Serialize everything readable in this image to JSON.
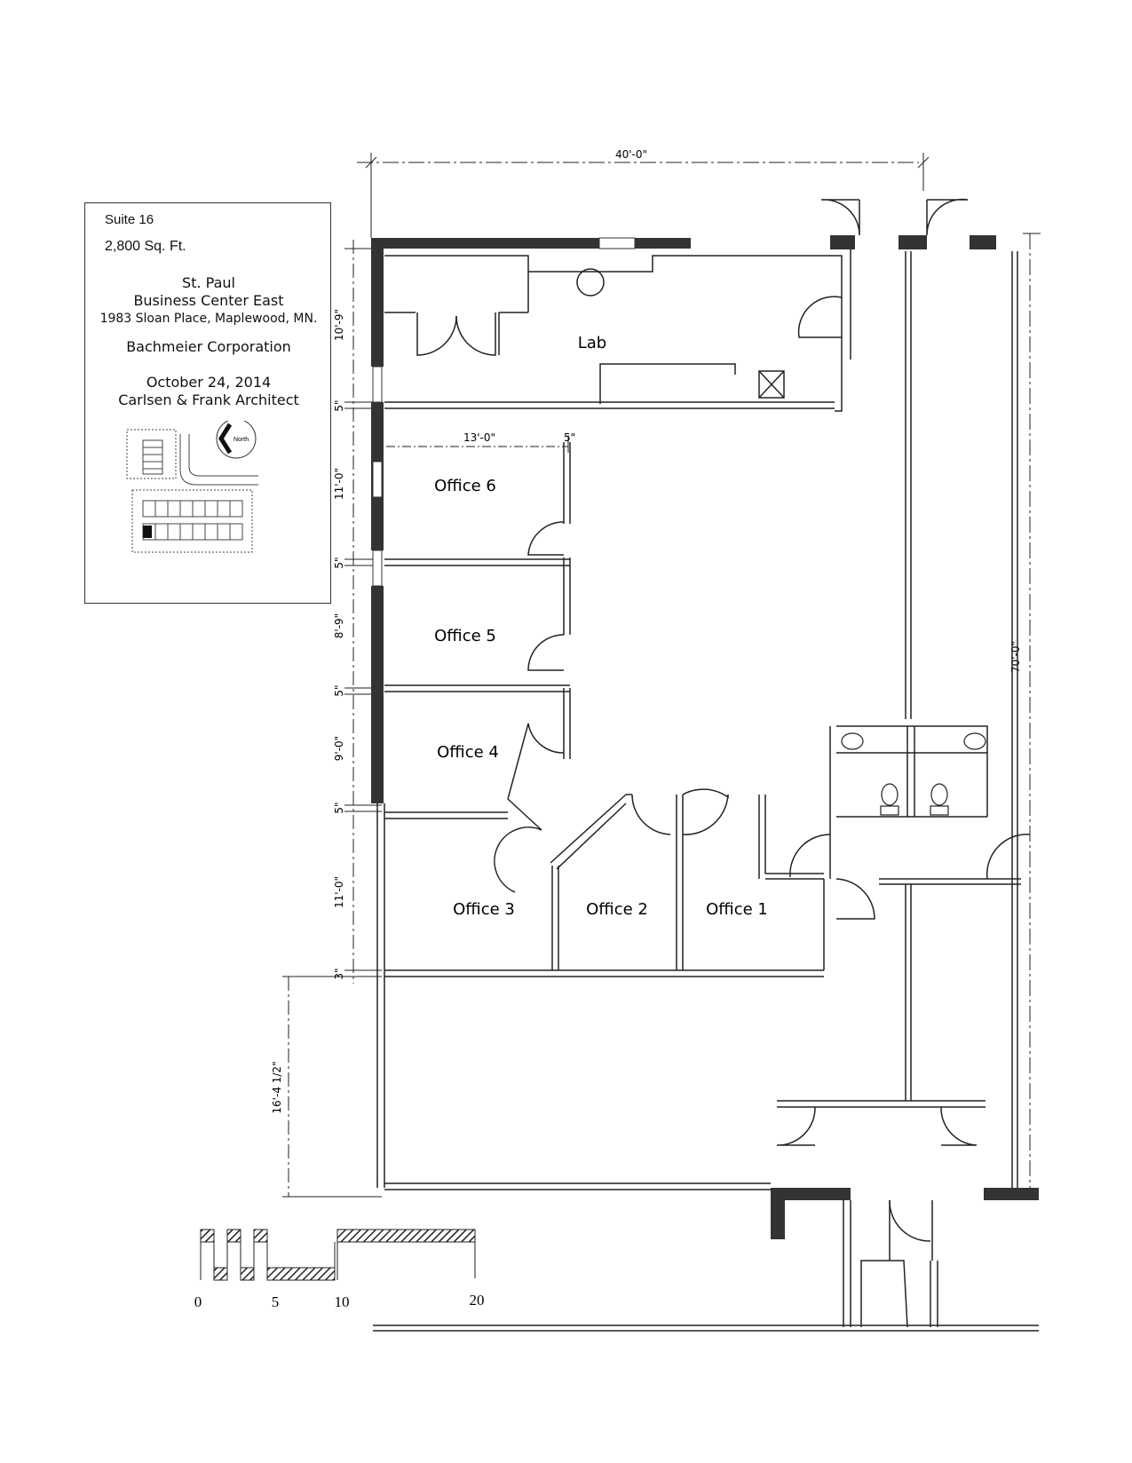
{
  "info": {
    "suite": "Suite 16",
    "area": "2,800 Sq. Ft.",
    "complex_line1": "St. Paul",
    "complex_line2": "Business Center East",
    "address": "1983 Sloan Place, Maplewood, MN.",
    "company": "Bachmeier Corporation",
    "date": "October 24, 2014",
    "architect": "Carlsen & Frank Architect",
    "north_label": "North"
  },
  "rooms": {
    "lab": "Lab",
    "office6": "Office 6",
    "office5": "Office 5",
    "office4": "Office 4",
    "office3": "Office 3",
    "office2": "Office 2",
    "office1": "Office 1"
  },
  "dimensions": {
    "width_total": "40'-0\"",
    "depth_total": "70'-0\"",
    "office_width": "13'-0\"",
    "office_wall": "5\"",
    "lab_depth": "10'-9\"",
    "wall_a": "5\"",
    "office6_depth": "11'-0\"",
    "wall_b": "5\"",
    "office5_depth": "8'-9\"",
    "wall_c": "5\"",
    "office4_depth": "9'-0\"",
    "wall_d": "5\"",
    "office3_depth": "11'-0\"",
    "wall_e": "3\"",
    "open_depth": "16'-4 1/2\""
  },
  "scale_bar": {
    "label_0": "0",
    "label_5": "5",
    "label_10": "10",
    "label_20": "20"
  }
}
